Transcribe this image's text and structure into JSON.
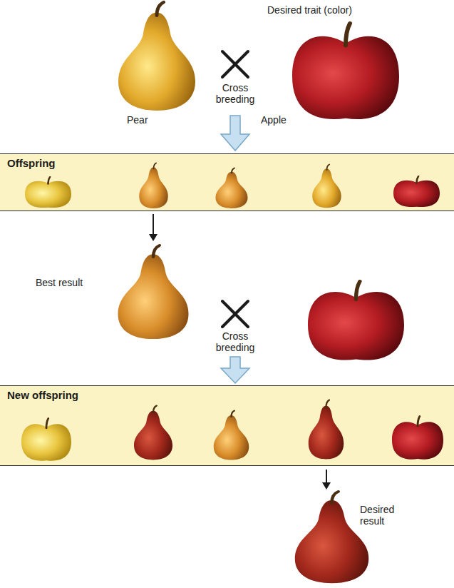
{
  "diagram": {
    "nodes": [
      {
        "text": [
          "Offspring"
        ]
      },
      {
        "text": [
          "New offspring"
        ]
      }
    ],
    "labels": [
      "Desired trait (color)",
      "Pear",
      "Cross breeding",
      "Apple",
      "Best result",
      "Cross breeding",
      "Desired result"
    ]
  }
}
